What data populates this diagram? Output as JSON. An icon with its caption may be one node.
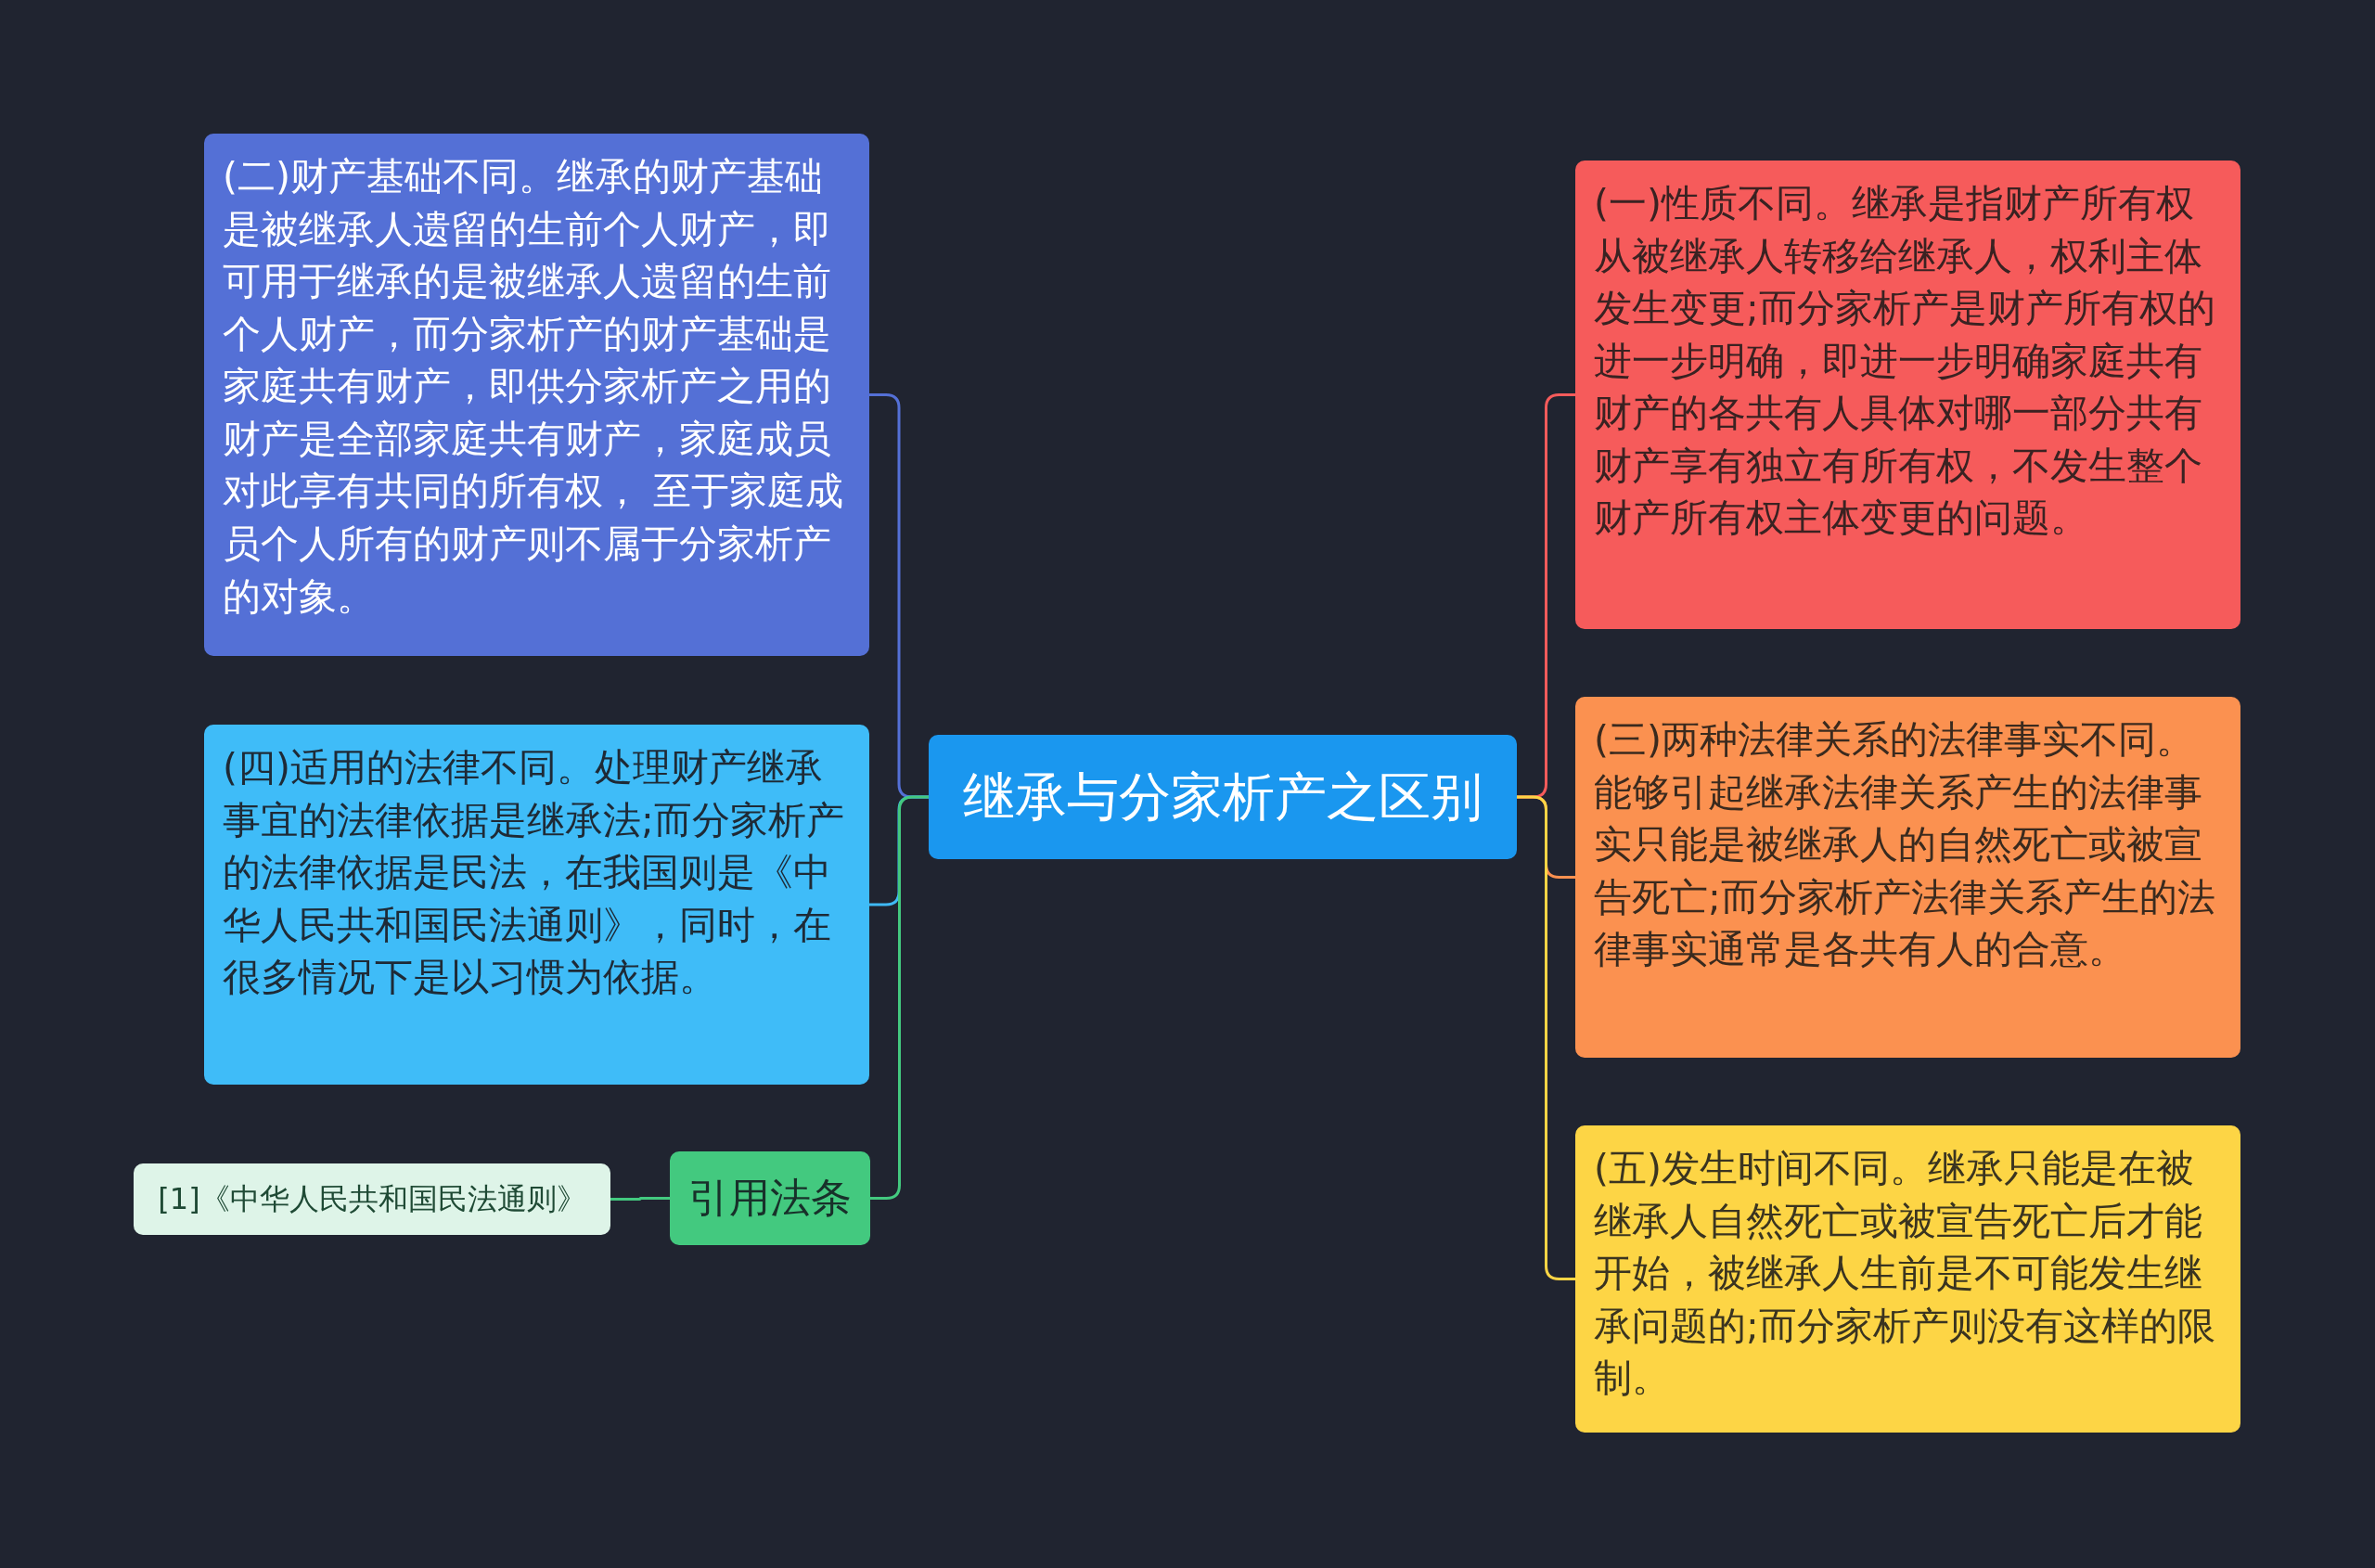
{
  "diagram": {
    "nodes": [
      {
        "text": [
          "继承与分家析产之区别"
        ]
      },
      {
        "text": [
          "(二)财产基础不同。继承的财产基础是被继承人遗留的生前个人财产，即可用于继承的是被继承人遗留的生前个人财产，而分家析产的财产基础是家庭共有财产，即供分家析产之用的财产是全部家庭共有财产，家庭成员对此享有共同的所有权， 至于家庭成员个人所有的财产则不属于分家析产的对象。"
        ]
      },
      {
        "text": [
          "(四)适用的法律不同。处理财产继承事宜的法律依据是继承法;而分家析产的法律依据是民法，在我国则是《中华人民共和国民法通则》，同时，在很多情况下是以习惯为依据。"
        ]
      },
      {
        "text": [
          "引用法条"
        ]
      },
      {
        "text": [
          "[1]《中华人民共和国民法通则》"
        ]
      },
      {
        "text": [
          "(一)性质不同。继承是指财产所有权从被继承人转移给继承人，权利主体发生变更;而分家析产是财产所有权的进一步明确，即进一步明确家庭共有财产的各共有人具体对哪一部分共有财产享有独立有所有权，不发生整个财产所有权主体变更的问题。"
        ]
      },
      {
        "text": [
          "(三)两种法律关系的法律事实不同。能够引起继承法律关系产生的法律事实只能是被继承人的自然死亡或被宣告死亡;而分家析产法律关系产生的法律事实通常是各共有人的合意。"
        ]
      },
      {
        "text": [
          "(五)发生时间不同。继承只能是在被继承人自然死亡或被宣告死亡后才能开始，被继承人生前是不可能发生继承问题的;而分家析产则没有这样的限制。"
        ]
      }
    ],
    "edges": [
      {
        "from": 0,
        "to": 1,
        "arrow": "none",
        "color": "#5470d6"
      },
      {
        "from": 0,
        "to": 2,
        "arrow": "none",
        "color": "#3fb9f5"
      },
      {
        "from": 0,
        "to": 3,
        "arrow": "none",
        "color": "#43c97f"
      },
      {
        "from": 3,
        "to": 4,
        "arrow": "none",
        "color": "#43c97f"
      },
      {
        "from": 0,
        "to": 5,
        "arrow": "none",
        "color": "#f65b5b"
      },
      {
        "from": 0,
        "to": 6,
        "arrow": "none",
        "color": "#fb9150"
      },
      {
        "from": 0,
        "to": 7,
        "arrow": "none",
        "color": "#fdd545"
      }
    ]
  }
}
